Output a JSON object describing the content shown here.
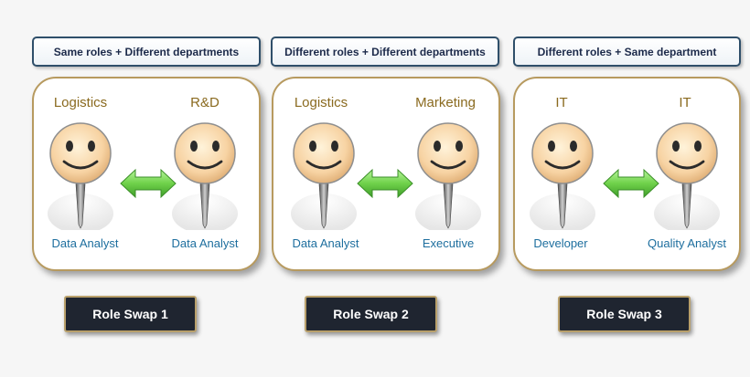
{
  "panels": [
    {
      "header": "Same roles + Different departments",
      "left": {
        "department": "Logistics",
        "role": "Data Analyst"
      },
      "right": {
        "department": "R&D",
        "role": "Data Analyst"
      },
      "button": "Role Swap 1"
    },
    {
      "header": "Different roles + Different departments",
      "left": {
        "department": "Logistics",
        "role": "Data Analyst"
      },
      "right": {
        "department": "Marketing",
        "role": "Executive"
      },
      "button": "Role Swap 2"
    },
    {
      "header": "Different roles + Same department",
      "left": {
        "department": "IT",
        "role": "Developer"
      },
      "right": {
        "department": "IT",
        "role": "Quality Analyst"
      },
      "button": "Role Swap 3"
    }
  ],
  "colors": {
    "header_border": "#2f4f6a",
    "panel_border": "#b79a5f",
    "department_text": "#8a6a1f",
    "role_text": "#1d6e9e",
    "arrow": "#6fd14a",
    "button_bg": "#1f2530"
  },
  "icons": {
    "person": "smiley-person-icon",
    "swap": "double-arrow-icon"
  }
}
